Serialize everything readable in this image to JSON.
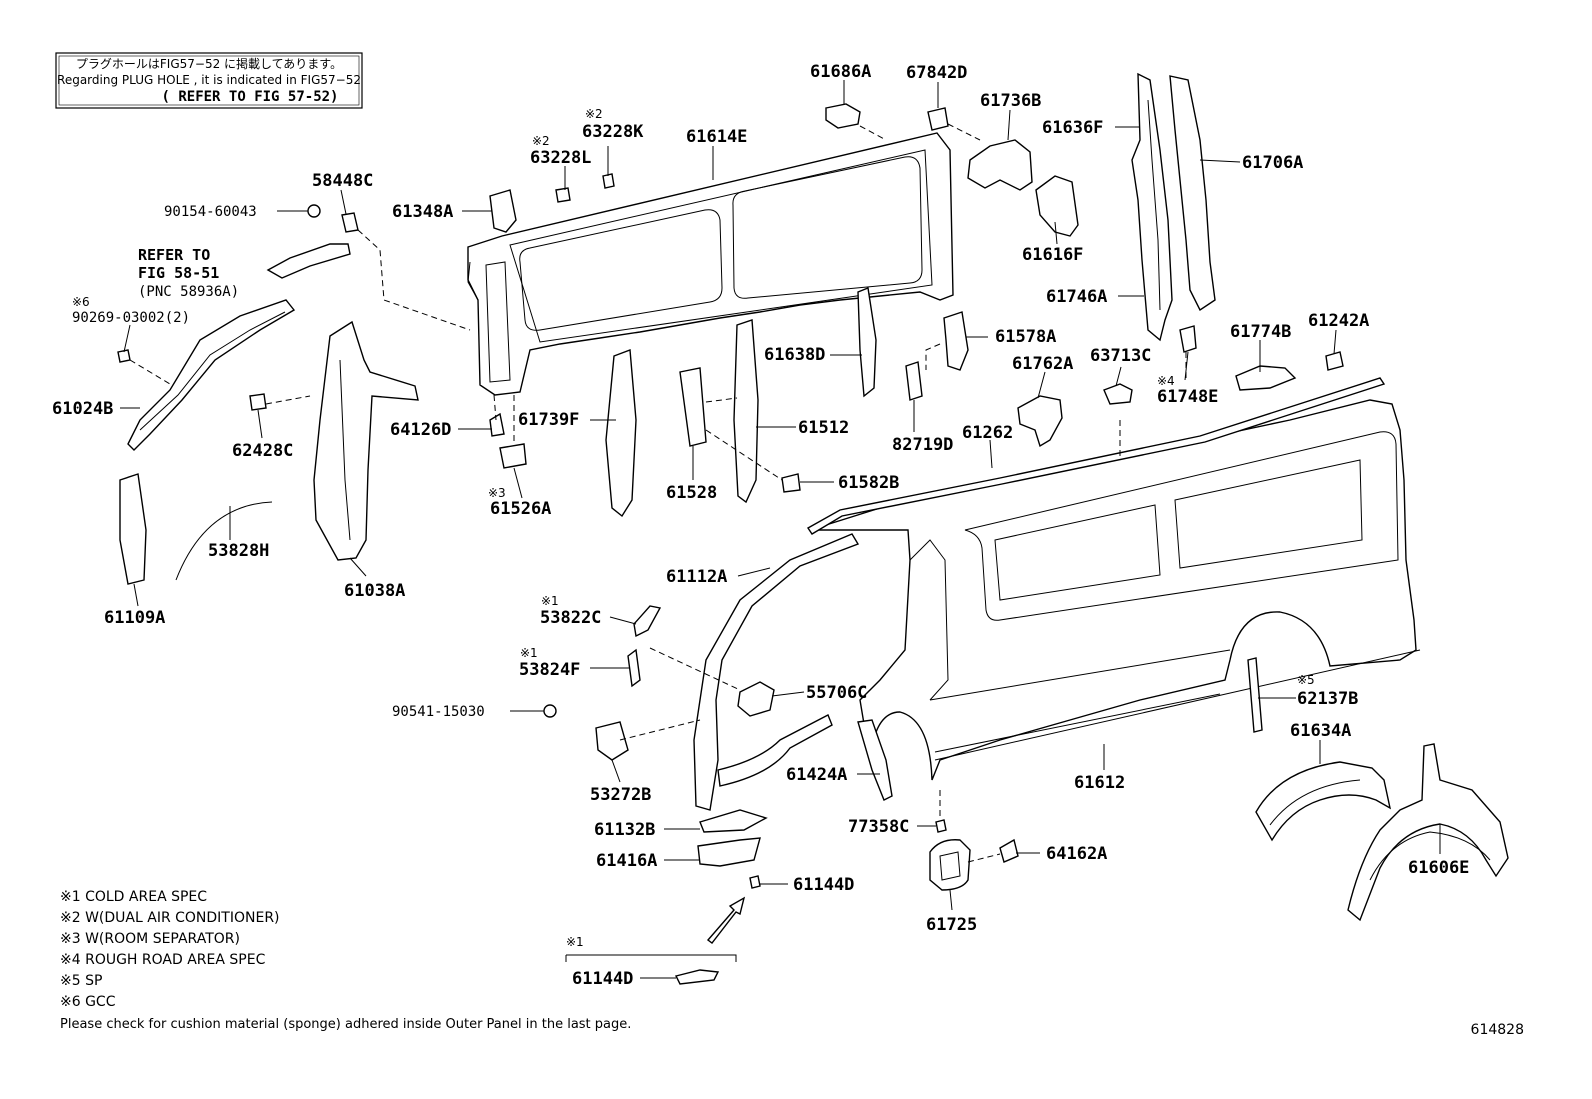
{
  "notes_box": {
    "line1": "プラグホールはFIG57−52 に掲載してあります。",
    "line2": "Regarding PLUG HOLE , it is indicated in FIG57−52",
    "line3": "( REFER TO FIG 57-52)"
  },
  "refer": {
    "line1": "REFER TO",
    "line2": "FIG 58-51",
    "line3": "(PNC 58936A)"
  },
  "labels": {
    "p61686A": "61686A",
    "p67842D": "67842D",
    "p61736B": "61736B",
    "p61636F": "61636F",
    "p61706A": "61706A",
    "p61614E": "61614E",
    "p63228K": "63228K",
    "p63228K_mark": "※2",
    "p63228L": "63228L",
    "p63228L_mark": "※2",
    "p58448C": "58448C",
    "p90154": "90154-60043",
    "p61348A": "61348A",
    "p61616F": "61616F",
    "p61746A": "61746A",
    "p90269": "90269-03002(2)",
    "p90269_mark": "※6",
    "p61578A": "61578A",
    "p61774B": "61774B",
    "p61242A": "61242A",
    "p61638D": "61638D",
    "p63713C": "63713C",
    "p61762A": "61762A",
    "p61748E": "61748E",
    "p61748E_mark": "※4",
    "p61024B": "61024B",
    "p62428C": "62428C",
    "p64126D": "64126D",
    "p61739F": "61739F",
    "p61512": "61512",
    "p82719D": "82719D",
    "p61262": "61262",
    "p61526A": "61526A",
    "p61526A_mark": "※3",
    "p61528": "61528",
    "p61582B": "61582B",
    "p53828H": "53828H",
    "p61038A": "61038A",
    "p61109A": "61109A",
    "p61112A": "61112A",
    "p53822C": "53822C",
    "p53822C_mark": "※1",
    "p53824F": "53824F",
    "p53824F_mark": "※1",
    "p55706C": "55706C",
    "p62137B": "62137B",
    "p62137B_mark": "※5",
    "p90541": "90541-15030",
    "p61634A": "61634A",
    "p53272B": "53272B",
    "p61424A": "61424A",
    "p61612": "61612",
    "p77358C": "77358C",
    "p61132B": "61132B",
    "p61416A": "61416A",
    "p64162A": "64162A",
    "p61606E": "61606E",
    "p61144D_a": "61144D",
    "p61725": "61725",
    "p61144D_b": "61144D",
    "p61144D_b_mark": "※1"
  },
  "legend": [
    "※1 COLD AREA SPEC",
    "※2 W(DUAL AIR CONDITIONER)",
    "※3 W(ROOM SEPARATOR)",
    "※4 ROUGH ROAD AREA SPEC",
    "※5 SP",
    "※6 GCC"
  ],
  "footer_note": "Please check for cushion material (sponge) adhered inside Outer Panel in the last page.",
  "figure_id": "614828"
}
